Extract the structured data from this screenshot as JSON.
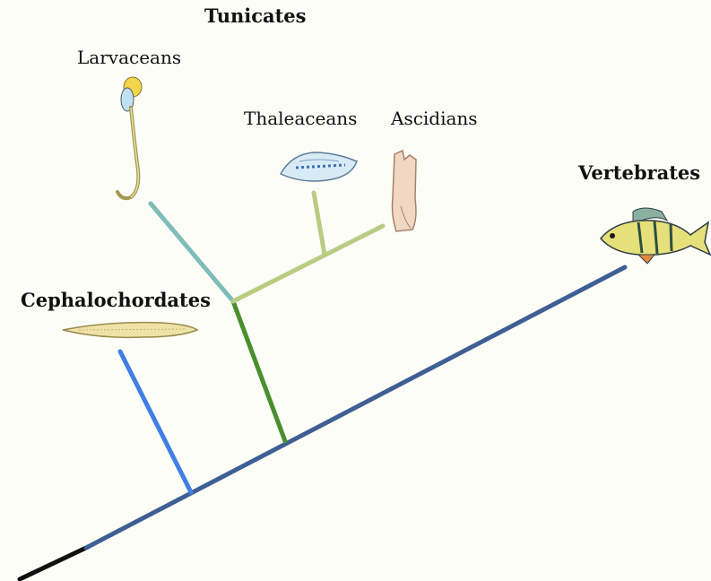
{
  "diagram": {
    "title": "Tunicates",
    "groups": [
      {
        "name": "Larvaceans",
        "icon": "larvacean-illustration"
      },
      {
        "name": "Thaleaceans",
        "icon": "thaliacean-illustration"
      },
      {
        "name": "Ascidians",
        "icon": "ascidian-illustration"
      },
      {
        "name": "Vertebrates",
        "icon": "perch-fish-illustration"
      },
      {
        "name": "Cephalochordates",
        "icon": "lancelet-illustration"
      }
    ],
    "colors": {
      "trunk": "#3f5f94",
      "root": "#111111",
      "cephalochordates": "#3f7fe6",
      "tunicates_stem": "#4a8f2e",
      "larvaceans": "#7fbdb8",
      "thaleaceans_ascidians": "#b8cc82",
      "background": "#fdfdf7"
    }
  }
}
